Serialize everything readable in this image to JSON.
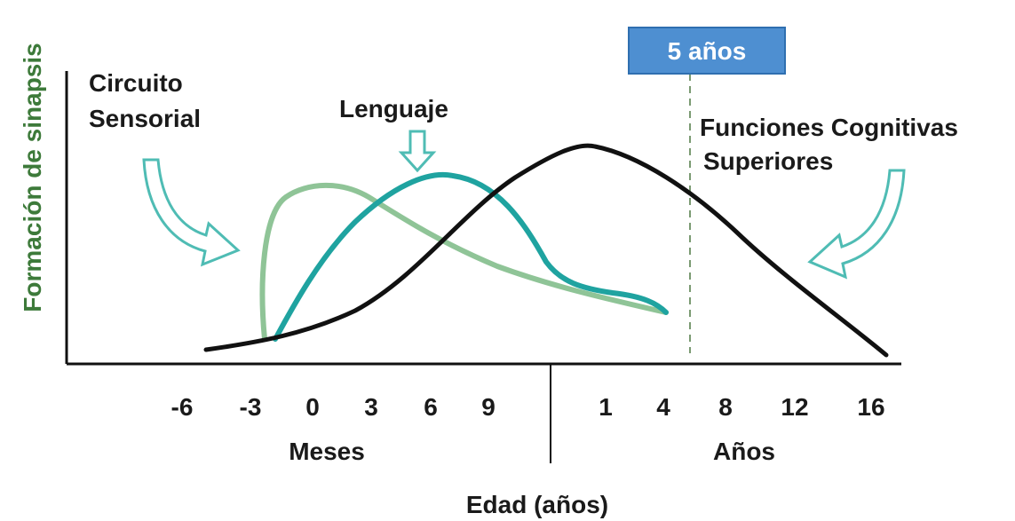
{
  "chart_data": {
    "type": "line",
    "ylabel": "Formación de sinapsis",
    "xlabel": "Edad (años)",
    "x_segments": [
      {
        "unit_label": "Meses",
        "ticks": [
          "-6",
          "-3",
          "0",
          "3",
          "6",
          "9"
        ]
      },
      {
        "unit_label": "Años",
        "ticks": [
          "1",
          "4",
          "8",
          "12",
          "16"
        ]
      }
    ],
    "series": [
      {
        "name": "Circuito Sensorial",
        "label_lines": [
          "Circuito",
          "Sensorial"
        ],
        "color": "#8fc497",
        "points": [
          [
            "-2.5 m",
            0.05
          ],
          [
            "-2 m",
            0.55
          ],
          [
            "0 m",
            0.85
          ],
          [
            "3 m",
            0.78
          ],
          [
            "6 m",
            0.58
          ],
          [
            "9 m",
            0.38
          ],
          [
            "1 a",
            0.25
          ],
          [
            "4 a",
            0.16
          ]
        ]
      },
      {
        "name": "Lenguaje",
        "label_lines": [
          "Lenguaje"
        ],
        "color": "#1fa3a0",
        "points": [
          [
            "-2 m",
            0.05
          ],
          [
            "0 m",
            0.35
          ],
          [
            "3 m",
            0.72
          ],
          [
            "6 m",
            0.86
          ],
          [
            "9 m",
            0.74
          ],
          [
            "1 a",
            0.38
          ],
          [
            "4 a",
            0.2
          ]
        ]
      },
      {
        "name": "Funciones Cognitivas Superiores",
        "label_lines": [
          "Funciones Cognitivas",
          "Superiores"
        ],
        "color": "#111111",
        "points": [
          [
            "-6 m",
            0.02
          ],
          [
            "0 m",
            0.12
          ],
          [
            "6 m",
            0.5
          ],
          [
            "1 a",
            0.98
          ],
          [
            "5 a",
            0.8
          ],
          [
            "12 a",
            0.4
          ],
          [
            "16 a",
            0.03
          ]
        ]
      }
    ],
    "marker": {
      "label": "5 años",
      "color": "#4e8fd1"
    },
    "grid": false,
    "legend": "inline-annotations"
  }
}
